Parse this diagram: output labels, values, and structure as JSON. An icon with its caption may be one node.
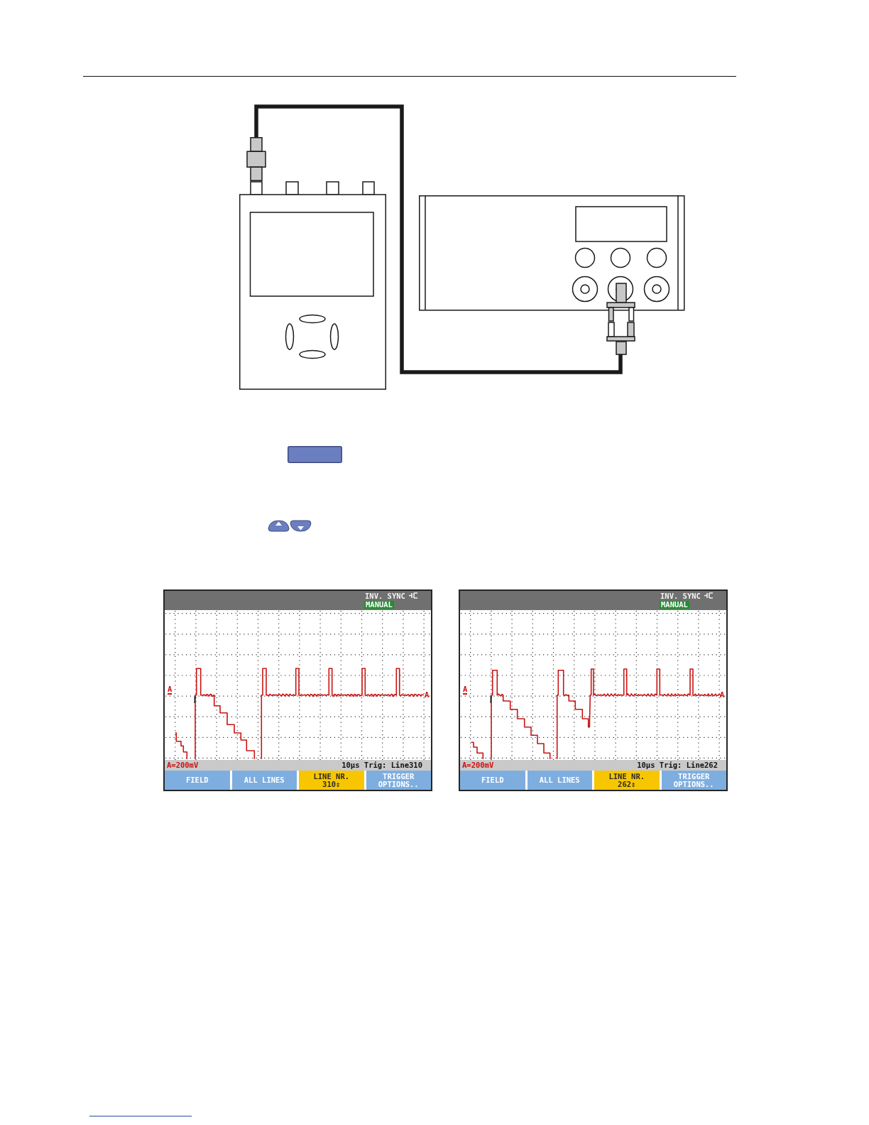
{
  "diagram": {
    "nodes": [
      {
        "text": [],
        "shape": "picture"
      },
      {
        "text": [],
        "shape": "picture"
      }
    ],
    "edges": [
      {
        "from": 0,
        "to": 1,
        "arrow": "none"
      }
    ],
    "labels": [
      "INV. SYNC",
      "MANUAL",
      "A",
      "A",
      "A=200mV",
      "10µs Trig: Line310",
      "FIELD",
      "ALL LINES",
      "LINE NR. 310⇕",
      "TRIGGER OPTIONS..",
      "INV. SYNC",
      "MANUAL",
      "A",
      "A",
      "A=200mV",
      "10µs Trig: Line262",
      "FIELD",
      "ALL LINES",
      "LINE NR. 262⇕",
      "TRIGGER OPTIONS.."
    ]
  }
}
